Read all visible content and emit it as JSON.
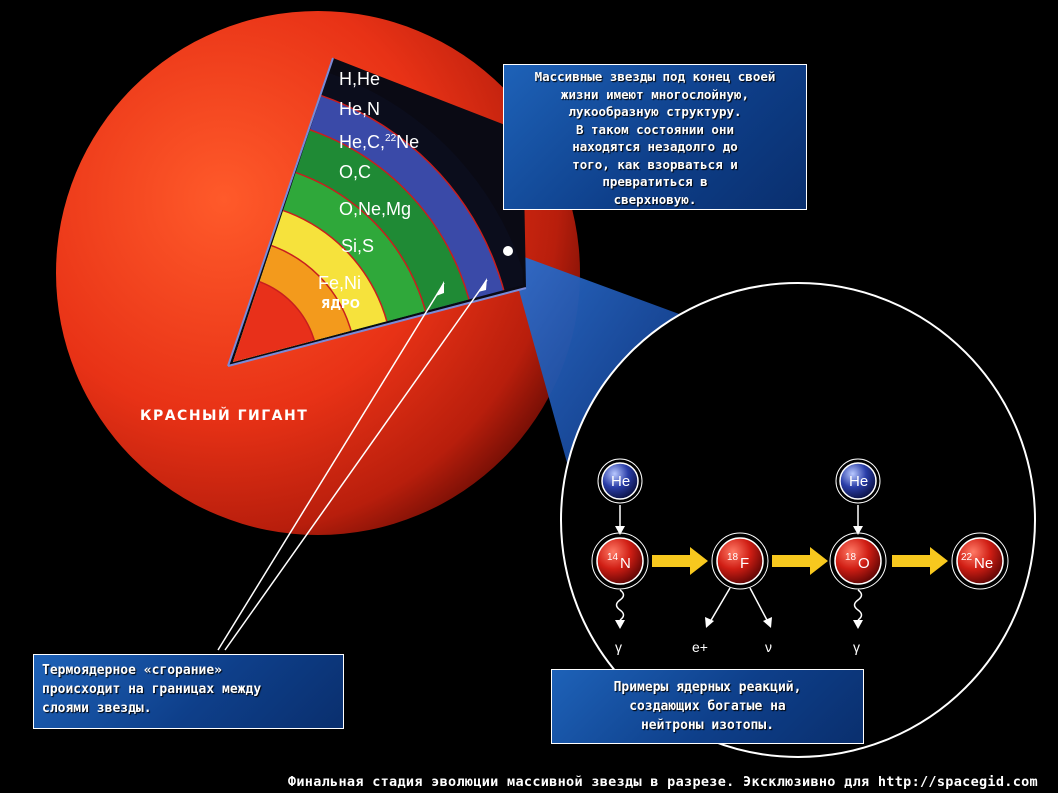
{
  "layers": [
    {
      "label": "H,He",
      "color": "#0b0d1c"
    },
    {
      "label": "He,N",
      "color": "#3a4aa8"
    },
    {
      "label": "He,C,",
      "sup": "22",
      "label_tail": "Ne",
      "color": "#1f8a35"
    },
    {
      "label": "O,C",
      "color": "#2fa83a"
    },
    {
      "label": "O,Ne,Mg",
      "color": "#f6e23c"
    },
    {
      "label": "Si,S",
      "color": "#f39a1c"
    },
    {
      "label": "Fe,Ni",
      "color": "#e8301a"
    }
  ],
  "core_caption": "ЯДРО",
  "giant_label": "КРАСНЫЙ ГИГАНТ",
  "colors": {
    "star": "#e83216",
    "panel": "#1b5cb5",
    "arrow": "#f7c81e"
  },
  "callout_top": {
    "lines": [
      "Массивные звезды под конец своей",
      "жизни имеют многослойную,",
      "лукообразную структуру.",
      "В таком состоянии они",
      "находятся незадолго до",
      "того, как взорваться и",
      "превратиться в",
      "сверхновую."
    ]
  },
  "callout_left": {
    "lines": [
      "Термоядерное «сгорание»",
      "происходит на границах между",
      "слоями звезды."
    ]
  },
  "callout_right": {
    "lines": [
      "Примеры ядерных реакций,",
      "создающих богатые на",
      "нейтроны изотопы."
    ]
  },
  "reaction": {
    "helium": "He",
    "chain": [
      {
        "sup": "14",
        "sym": "N"
      },
      {
        "sup": "18",
        "sym": "F"
      },
      {
        "sup": "18",
        "sym": "O"
      },
      {
        "sup": "22",
        "sym": "Ne"
      }
    ],
    "gamma": "γ",
    "positron": "e+",
    "neutrino": "ν"
  },
  "footer": "Финальная стадия эволюции массивной звезды в разрезе. Эксклюзивно для http://spacegid.com"
}
